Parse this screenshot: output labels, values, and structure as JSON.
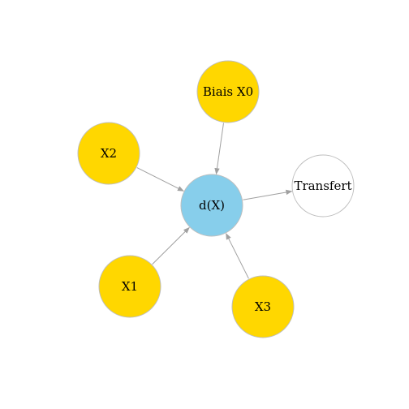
{
  "colors": {
    "input_fill": "#FFD700",
    "sum_fill": "#87CEEB",
    "output_fill": "#FFFFFF",
    "node_stroke": "#BEBEBE",
    "edge": "#A0A0A0",
    "text": "#000000"
  },
  "nodes": {
    "bias": {
      "label": "Biais X0"
    },
    "x2": {
      "label": "X2"
    },
    "x1": {
      "label": "X1"
    },
    "x3": {
      "label": "X3"
    },
    "sum": {
      "label": "d(X)"
    },
    "transfer": {
      "label": "Transfert"
    }
  },
  "edges": [
    {
      "from": "bias",
      "to": "sum"
    },
    {
      "from": "x2",
      "to": "sum"
    },
    {
      "from": "x1",
      "to": "sum"
    },
    {
      "from": "x3",
      "to": "sum"
    },
    {
      "from": "sum",
      "to": "transfer"
    }
  ]
}
